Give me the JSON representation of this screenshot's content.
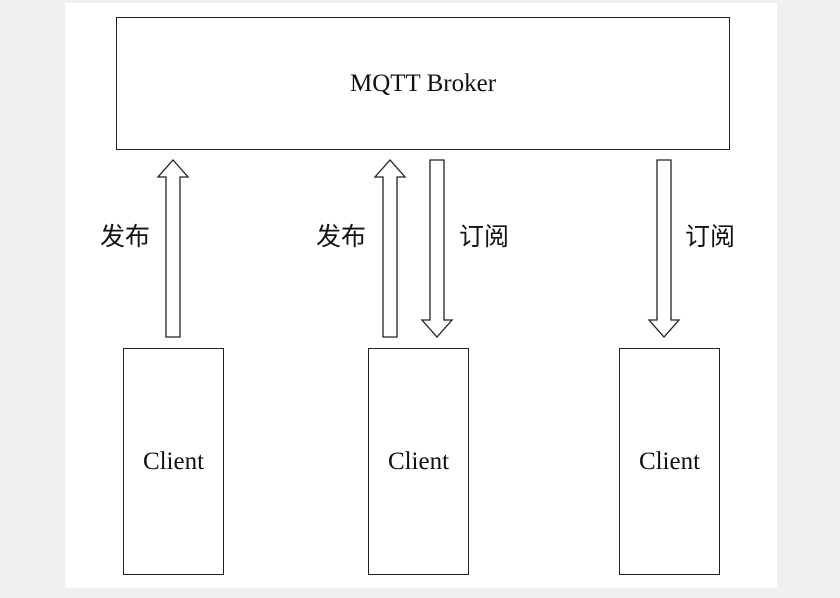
{
  "broker": {
    "label": "MQTT Broker"
  },
  "clients": [
    {
      "label": "Client"
    },
    {
      "label": "Client"
    },
    {
      "label": "Client"
    }
  ],
  "arrows": [
    {
      "direction": "up",
      "label": "发布"
    },
    {
      "direction": "up",
      "label": "发布"
    },
    {
      "direction": "down",
      "label": "订阅"
    },
    {
      "direction": "down",
      "label": "订阅"
    }
  ]
}
